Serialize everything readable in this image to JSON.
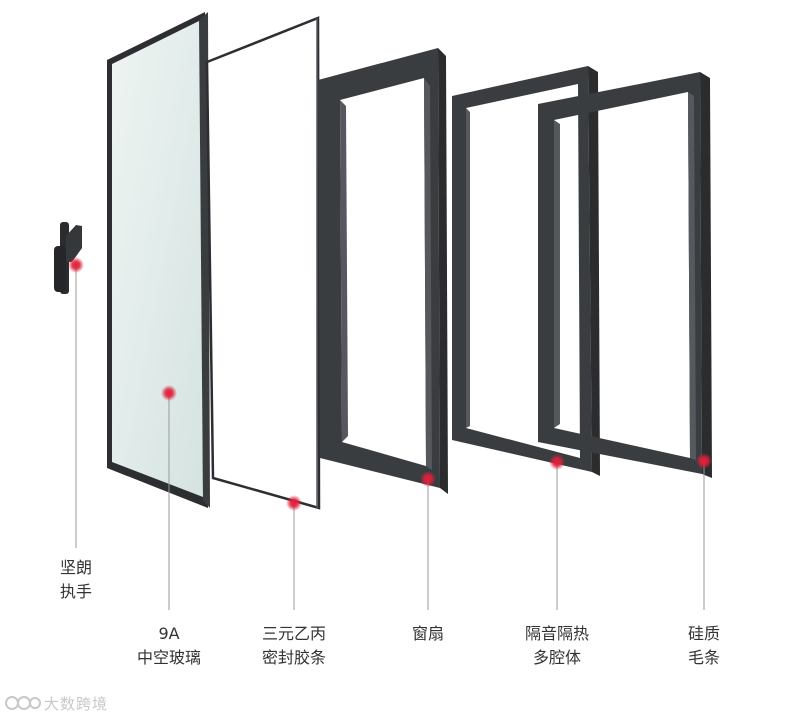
{
  "labels": {
    "handle": [
      "坚朗",
      "执手"
    ],
    "glass": [
      "9A",
      "中空玻璃"
    ],
    "gasket": [
      "三元乙丙",
      "密封胶条"
    ],
    "sash": [
      "窗扇"
    ],
    "profile": [
      "隔音隔热",
      "多腔体"
    ],
    "brush": [
      "硅质",
      "毛条"
    ]
  },
  "watermark": "大数跨境",
  "colors": {
    "frame": "#3a3d40",
    "frame_dark": "#2a2c2e",
    "frame_light": "#55585c",
    "glass_fill": "#e6efed",
    "marker": "#d42a3e",
    "leader": "#9a9a9a"
  }
}
